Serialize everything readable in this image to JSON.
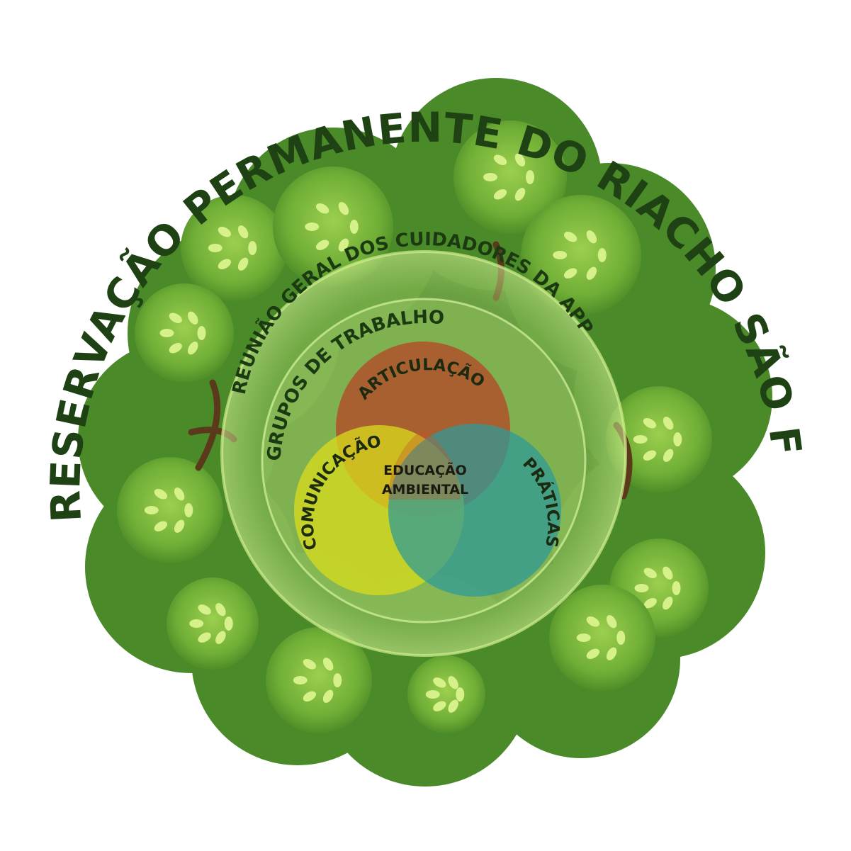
{
  "title": "ÁREA DE PRESERVAÇÃO PERMANENTE DO RIACHO SÃO FRANCISCO",
  "outer_ring_label": "REUNIÃO GERAL DOS CUIDADORES DA APP",
  "inner_ring_label": "GRUPOS DE TRABALHO",
  "circles": {
    "top": "ARTICULAÇÃO",
    "left": "COMUNICAÇÃO",
    "right": "PRÁTICAS"
  },
  "center": {
    "line1": "EDUCAÇÃO",
    "line2": "AMBIENTAL"
  },
  "colors": {
    "title": "#1f4214",
    "articulacao": "#b0522a",
    "comunicacao": "#d9dc1c",
    "praticas": "#2e9a9a",
    "ring": "#c7ec86",
    "foliage_dark": "#3f7d22",
    "foliage_light": "#9ccf4e"
  }
}
